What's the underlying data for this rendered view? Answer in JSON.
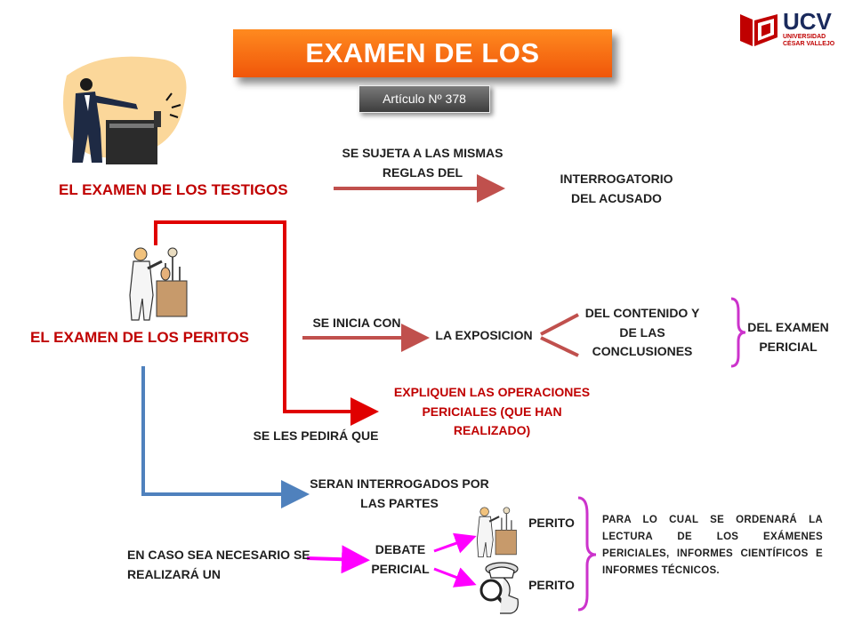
{
  "title": "EXAMEN DE LOS TESTIGOS",
  "subtitle": "Artículo Nº 378",
  "logo": {
    "name": "UCV",
    "line1": "UNIVERSIDAD",
    "line2": "CÉSAR VALLEJO",
    "color": "#c00000"
  },
  "nodes": {
    "testigos": "EL EXAMEN DE LOS TESTIGOS",
    "peritos": "EL EXAMEN DE LOS PERITOS",
    "sujeta": "SE SUJETA A LAS MISMAS REGLAS DEL",
    "interrogatorio": "INTERROGATORIO DEL ACUSADO",
    "inicia": "SE INICIA CON",
    "exposicion": "LA EXPOSICION",
    "contenido": "DEL CONTENIDO Y DE LAS CONCLUSIONES",
    "examen_pericial": "DEL EXAMEN PERICIAL",
    "expliquen": "EXPLIQUEN LAS OPERACIONES PERICIALES (QUE HAN REALIZADO)",
    "pedira": "SE LES PEDIRÁ QUE",
    "interrogados": "SERAN INTERROGADOS POR LAS PARTES",
    "caso": "EN CASO SEA NECESARIO SE REALIZARÁ UN",
    "debate": "DEBATE PERICIAL",
    "perito1": "PERITO",
    "perito2": "PERITO",
    "nota": "PARA LO CUAL SE ORDENARÁ LA LECTURA DE LOS EXÁMENES PERICIALES, INFORMES CIENTÍFICOS E INFORMES TÉCNICOS."
  },
  "colors": {
    "title_bg": "#f26a10",
    "red": "#c00000",
    "arrow_brown": "#c0504d",
    "arrow_blue": "#4f81bd",
    "arrow_magenta": "#ff00ff",
    "bracket": "#cc33cc"
  },
  "icons": [
    "lawyer-speaking-icon",
    "scientist-icon",
    "detective-magnifier-icon",
    "ucv-logo-icon"
  ]
}
